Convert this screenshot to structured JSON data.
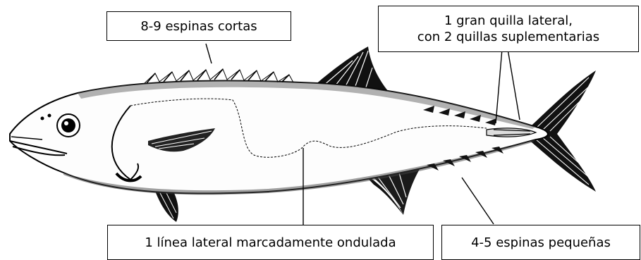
{
  "figure": {
    "subject": "fish-lateral-view",
    "colors": {
      "ink": "#000000",
      "background": "#ffffff"
    }
  },
  "callouts": {
    "dorsal_spines": "8-9 espinas cortas",
    "keel_line1": "1 gran quilla lateral,",
    "keel_line2": "con 2 quillas suplementarias",
    "lateral_line": "1 línea lateral marcadamente ondulada",
    "ventral_spines": "4-5 espinas pequeñas"
  }
}
